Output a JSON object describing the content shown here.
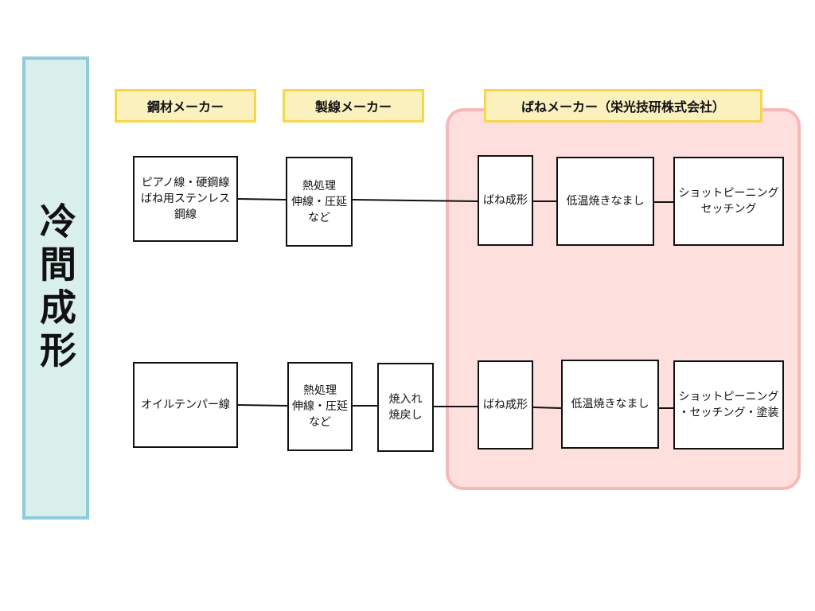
{
  "side_title": "冷間成形",
  "headers": {
    "steel_maker": "鋼材メーカー",
    "wire_maker": "製線メーカー",
    "spring_maker": "ばねメーカー（栄光技研株式会社）"
  },
  "row1": {
    "material": "ピアノ線・硬鋼線\nばね用ステンレス\n鋼線",
    "wire_process": "熱処理\n伸線・圧延\nなど",
    "forming": "ばね成形",
    "annealing": "低温焼きなまし",
    "finishing": "ショットピーニング\nセッチング"
  },
  "row2": {
    "material": "オイルテンパー線",
    "wire_process": "熱処理\n伸線・圧延\nなど",
    "quench_temper": "焼入れ\n焼戻し",
    "forming": "ばね成形",
    "annealing": "低温焼きなまし",
    "finishing": "ショットピーニング\n・セッチング・塗装"
  }
}
